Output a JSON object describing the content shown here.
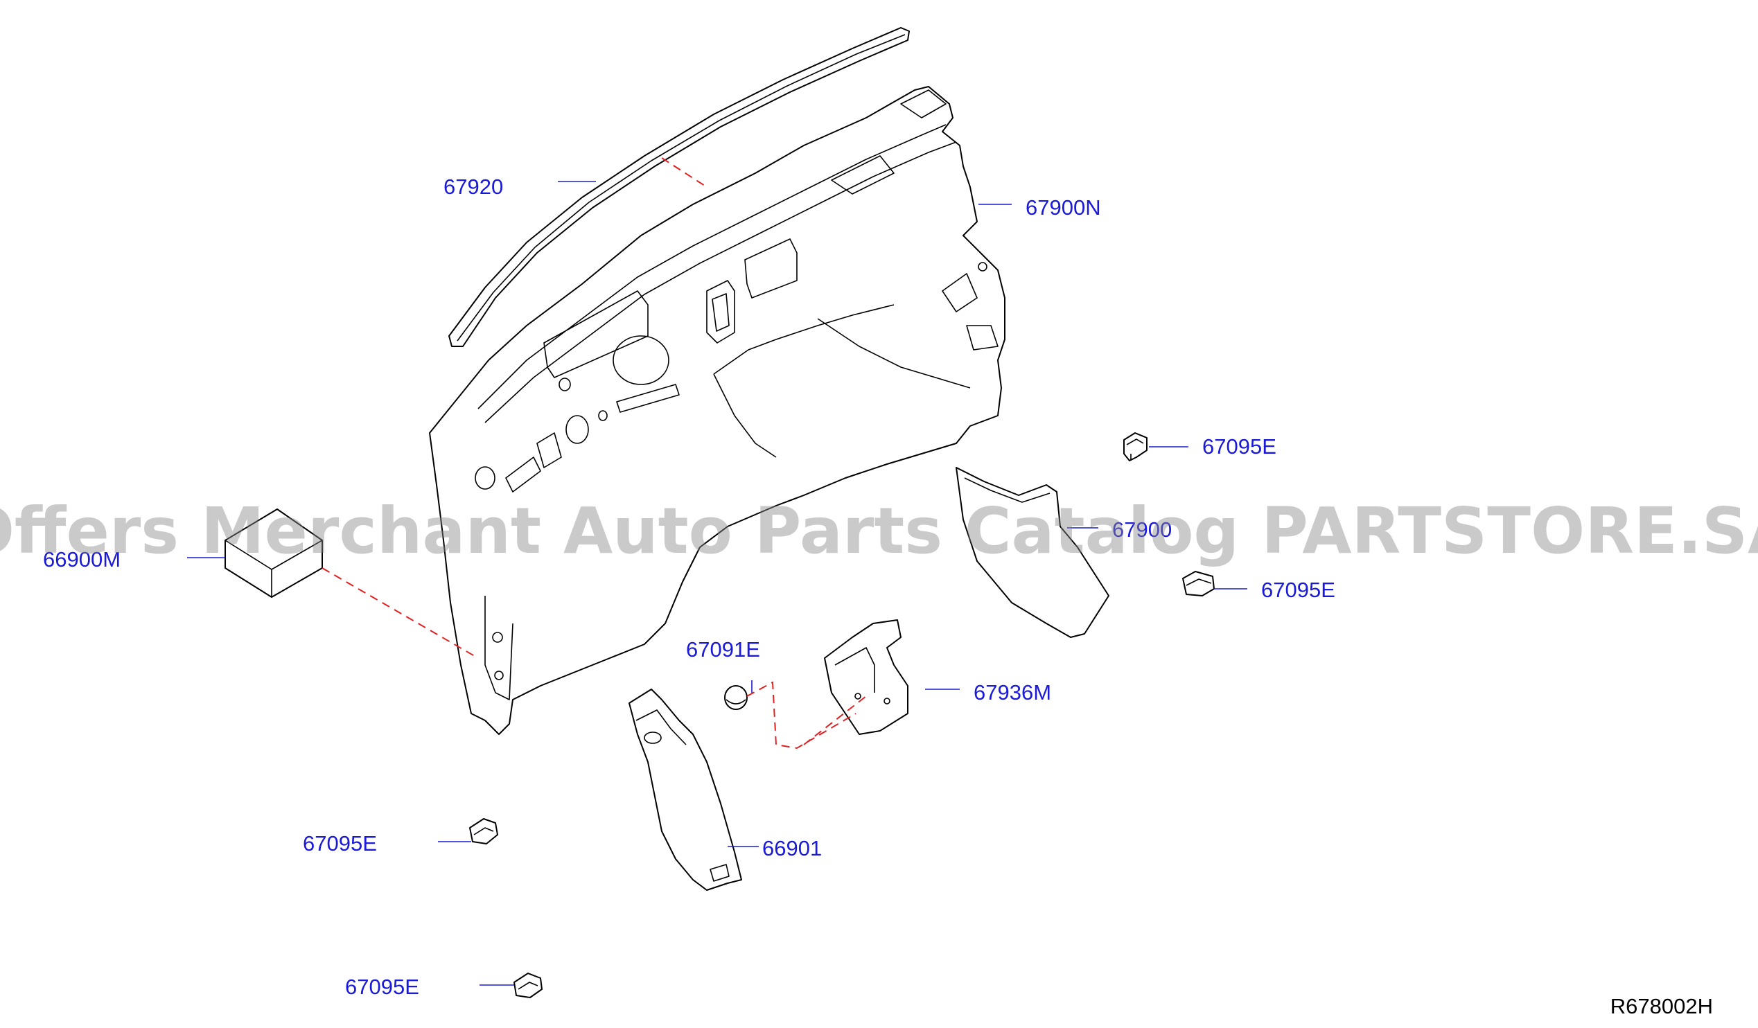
{
  "diagram": {
    "watermark": "Offers Merchant Auto Parts Catalog PARTSTORE.SA",
    "reference_code": "R678002H",
    "parts": [
      {
        "id": "67920",
        "label": "67920"
      },
      {
        "id": "67900N",
        "label": "67900N"
      },
      {
        "id": "67095E-a",
        "label": "67095E"
      },
      {
        "id": "66900M",
        "label": "66900M"
      },
      {
        "id": "67900",
        "label": "67900"
      },
      {
        "id": "67095E-b",
        "label": "67095E"
      },
      {
        "id": "67091E",
        "label": "67091E"
      },
      {
        "id": "67936M",
        "label": "67936M"
      },
      {
        "id": "67095E-c",
        "label": "67095E"
      },
      {
        "id": "66901",
        "label": "66901"
      },
      {
        "id": "67095E-d",
        "label": "67095E"
      }
    ],
    "colors": {
      "label": "#1a1ad8",
      "leader": "#1a1ad8",
      "assembly_dash": "#e02020",
      "line_art": "#000000",
      "watermark": "#8a8a8a"
    }
  }
}
